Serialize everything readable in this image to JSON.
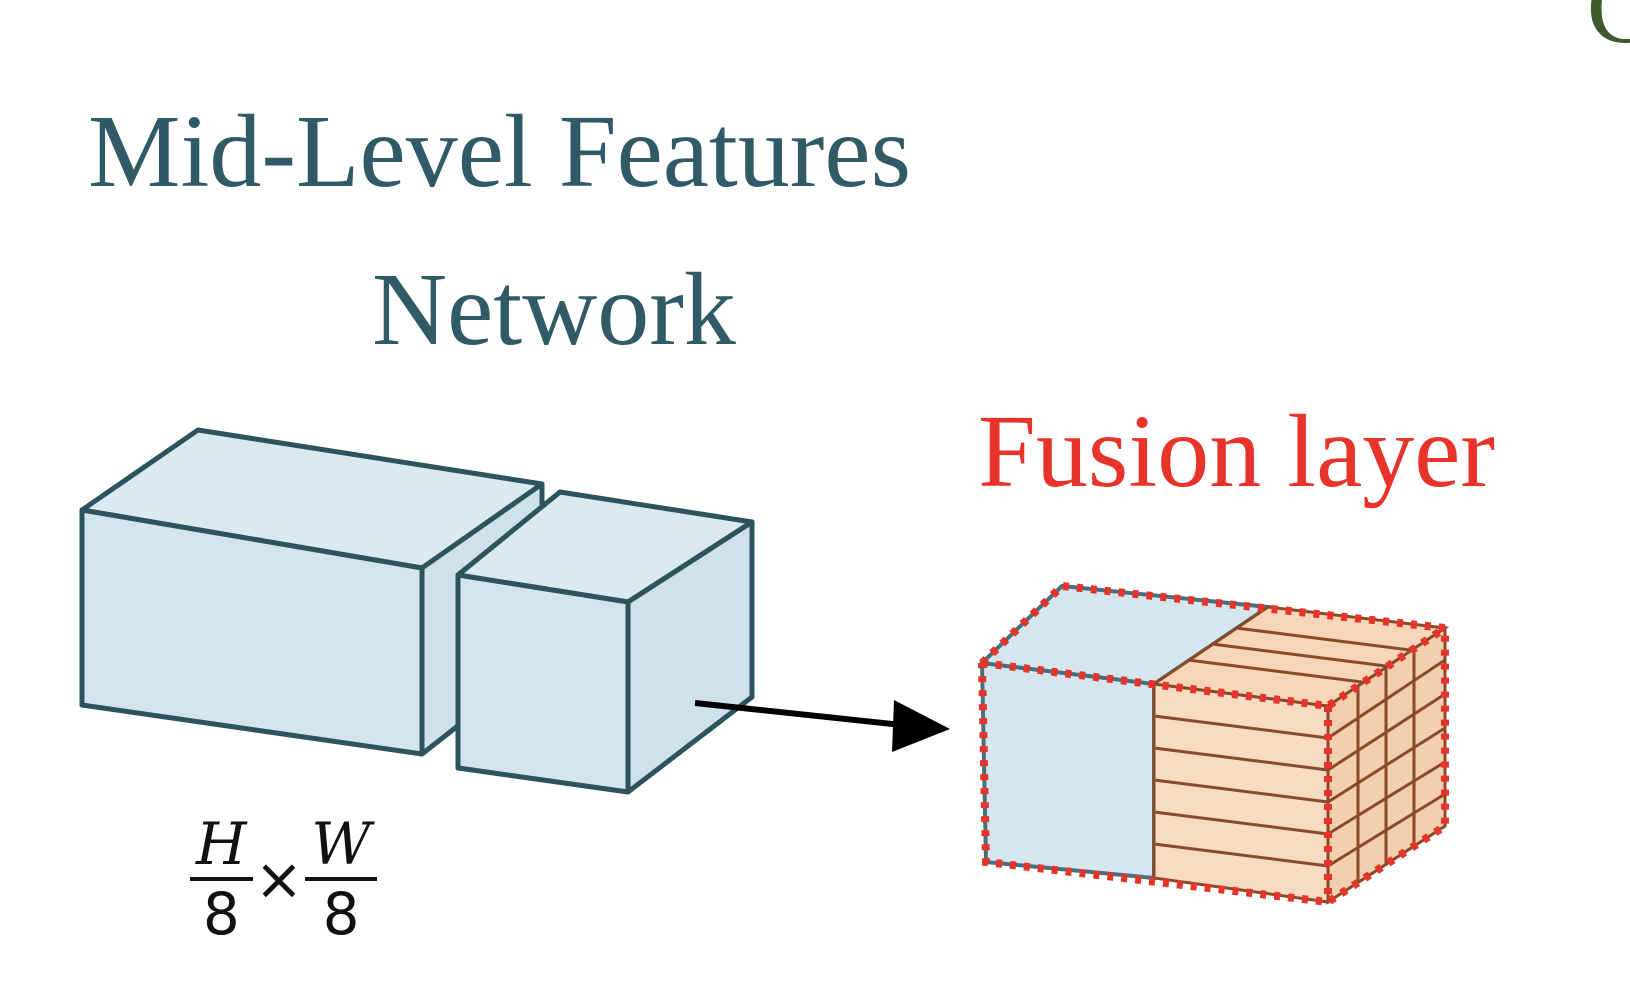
{
  "title": {
    "line1": "Mid-Level Features",
    "line2": "Network"
  },
  "fusion_label": "Fusion layer",
  "dimension_label": {
    "numerator_h": "H",
    "denominator_h": "8",
    "times": "×",
    "numerator_w": "W",
    "denominator_w": "8"
  },
  "corner_glyph": "C",
  "colors": {
    "title": "#2f5a66",
    "fusion_label": "#e8332b",
    "cube_fill": "#d6e6ee",
    "cube_stroke": "#2c535e",
    "fusion_fill": "#f7dcc2",
    "fusion_stroke": "#8a4a2a",
    "dotted_outline": "#e8332b"
  }
}
